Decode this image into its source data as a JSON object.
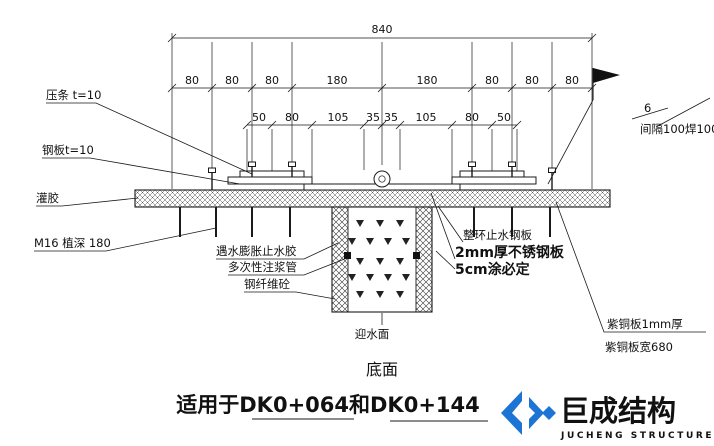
{
  "dims": {
    "total": "840",
    "row2": [
      "80",
      "80",
      "80",
      "180",
      "180",
      "80",
      "80",
      "80"
    ],
    "row3": [
      "50",
      "80",
      "105",
      "35",
      "35",
      "105",
      "80",
      "50"
    ]
  },
  "labels": {
    "pressure_strip": "压条 t=10",
    "steel_plate": "钢板t=10",
    "grout_glue": "灌胶",
    "anchor": "M16 植深 180",
    "swelling_waterstop": "遇水膨胀止水胶",
    "grout_pipe": "多次性注浆管",
    "steel_fiber_concrete": "钢纤维砼",
    "ring_waterstop_plate": "整环止水钢板",
    "stainless_plate": "2mm厚不锈钢板",
    "coating": "5cm涂必定",
    "water_face": "迎水面",
    "copper_plate_thick": "紫铜板1mm厚",
    "copper_plate_width": "紫铜板宽680",
    "weld_size": "6",
    "weld_note": "间隔100焊100"
  },
  "footer": {
    "title": "底面",
    "subtitle": "适用于DK0+064和DK0+144"
  },
  "logo": {
    "name": "巨成结构",
    "subtitle": "JUCHENG STRUCTURE",
    "color": "#1c74d4"
  }
}
